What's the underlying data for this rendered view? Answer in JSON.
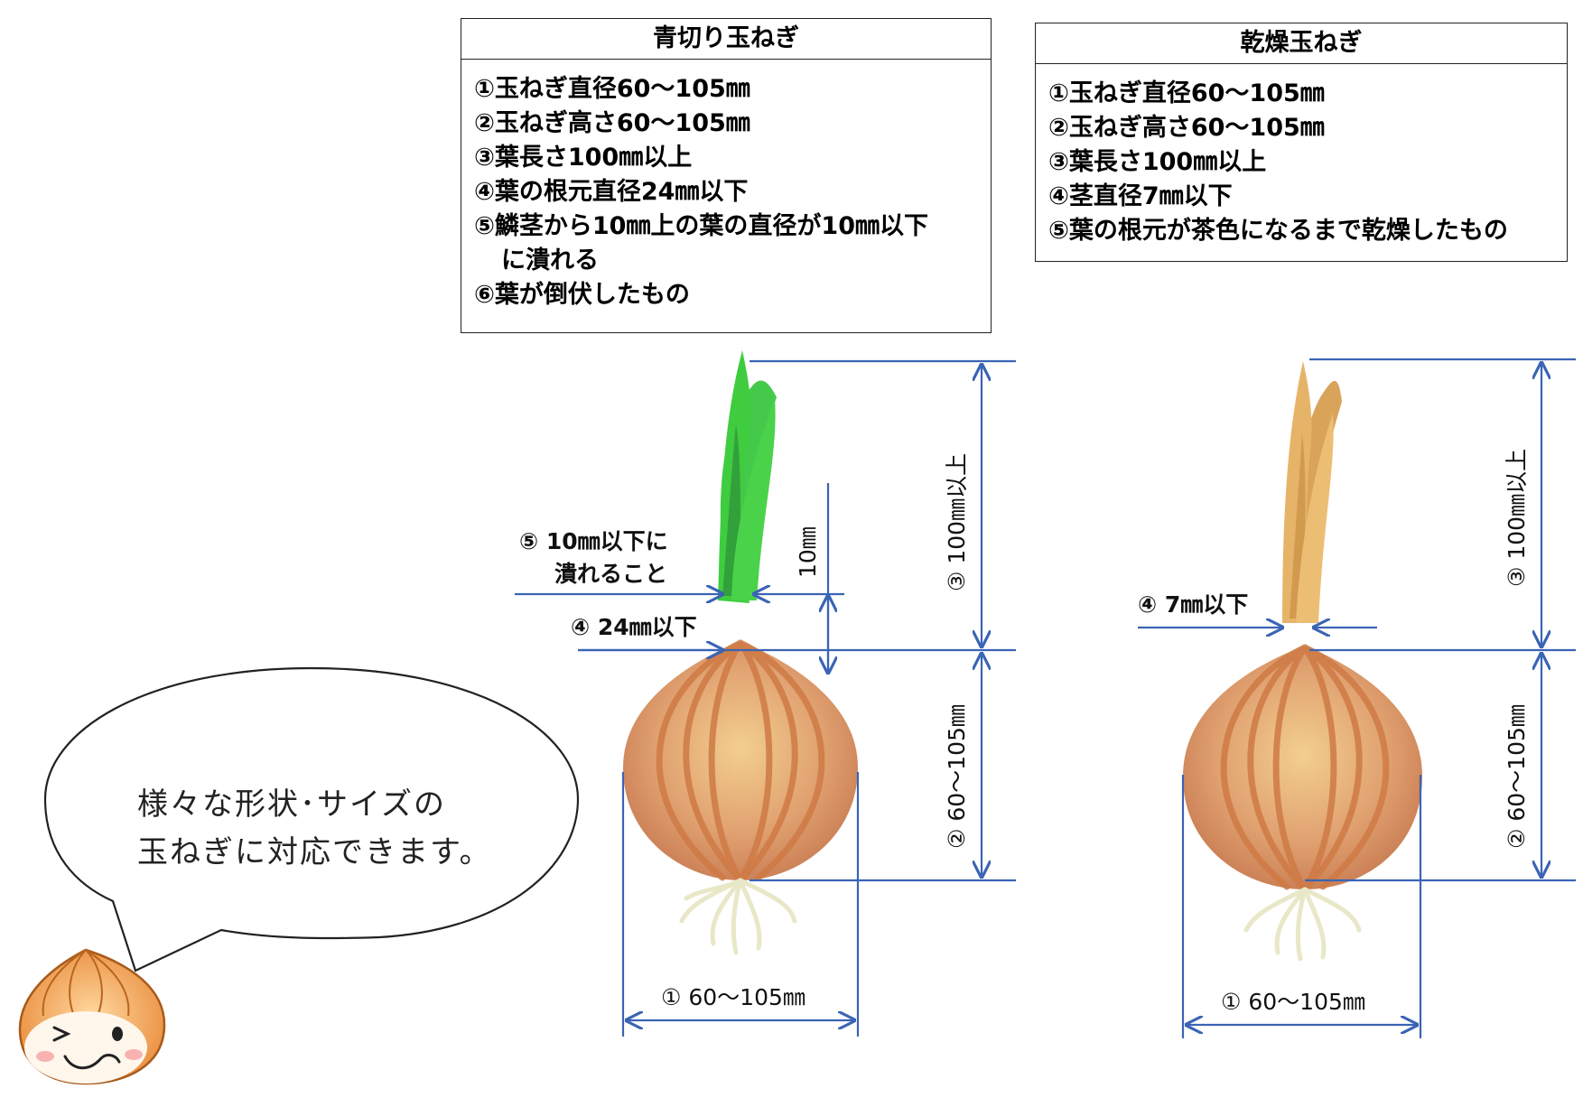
{
  "green_onion": {
    "title": "青切り玉ねぎ",
    "items": [
      "①玉ねぎ直径60～105㎜",
      "②玉ねぎ高さ60～105㎜",
      "③葉長さ100㎜以上",
      "④葉の根元直径24㎜以下",
      "⑤鱗茎から10㎜上の葉の直径が10㎜以下",
      "に潰れる",
      "⑥葉が倒伏したもの"
    ],
    "labels": {
      "crush_line1": "⑤ 10㎜以下に",
      "crush_line2": "潰れること",
      "base_diameter": "④ 24㎜以下",
      "ten_mm": "10㎜",
      "leaf_length": "③ 100㎜以上",
      "height": "② 60～105㎜",
      "diameter": "① 60～105㎜"
    },
    "leaf_color": "#3fcc3f"
  },
  "dried_onion": {
    "title": "乾燥玉ねぎ",
    "items": [
      "①玉ねぎ直径60～105㎜",
      "②玉ねぎ高さ60～105㎜",
      "③葉長さ100㎜以上",
      "④茎直径7㎜以下",
      "⑤葉の根元が茶色になるまで乾燥したもの"
    ],
    "labels": {
      "stem_diameter": "④ 7㎜以下",
      "leaf_length": "③ 100㎜以上",
      "height": "② 60～105㎜",
      "diameter": "① 60～105㎜"
    },
    "leaf_color": "#e2b062"
  },
  "bubble": {
    "line1": "様々な形状･サイズの",
    "line2": "玉ねぎに対応できます。"
  },
  "colors": {
    "dimension_line": "#3a64b4",
    "onion_body": "#e0956a",
    "onion_stripe": "#c96a3a"
  }
}
